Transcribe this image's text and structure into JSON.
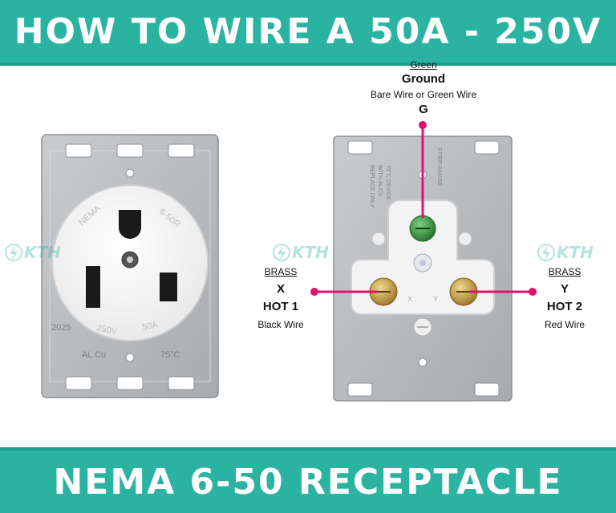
{
  "header": {
    "title": "HOW TO WIRE A 50A - 250V"
  },
  "footer": {
    "title": "NEMA 6-50 RECEPTACLE"
  },
  "colors": {
    "banner": "#2bb3a1",
    "wire_marker": "#e0136f",
    "plate": "#b9bcbf",
    "receptacle": "#ffffff",
    "brass": "#c8a24a",
    "ground_screw": "#2f9e3a"
  },
  "front_receptacle": {
    "ring_text_left": "NEMA",
    "ring_text_right": "6-50R",
    "voltage": "250V",
    "amperage": "50A",
    "plate_left_mark": "2025",
    "plate_al": "AL Cu",
    "plate_temp": "75°C"
  },
  "back_receptacle": {
    "stamp": [
      "REPLACE ONLY",
      "WITH AL/Cu",
      "75°C DEVICE"
    ],
    "strip_gauge": "STRIP GAUGE",
    "terminal_x": "X",
    "terminal_y": "Y"
  },
  "terminals": {
    "ground": {
      "color_label": "Green",
      "name": "Ground",
      "wire": "Bare Wire or Green Wire",
      "letter": "G"
    },
    "hot1": {
      "material": "BRASS",
      "letter": "X",
      "name": "HOT 1",
      "wire": "Black Wire"
    },
    "hot2": {
      "material": "BRASS",
      "letter": "Y",
      "name": "HOT 2",
      "wire": "Red Wire"
    }
  },
  "watermark": {
    "text": "KTH",
    "icon": "lightning-bolt-icon"
  }
}
